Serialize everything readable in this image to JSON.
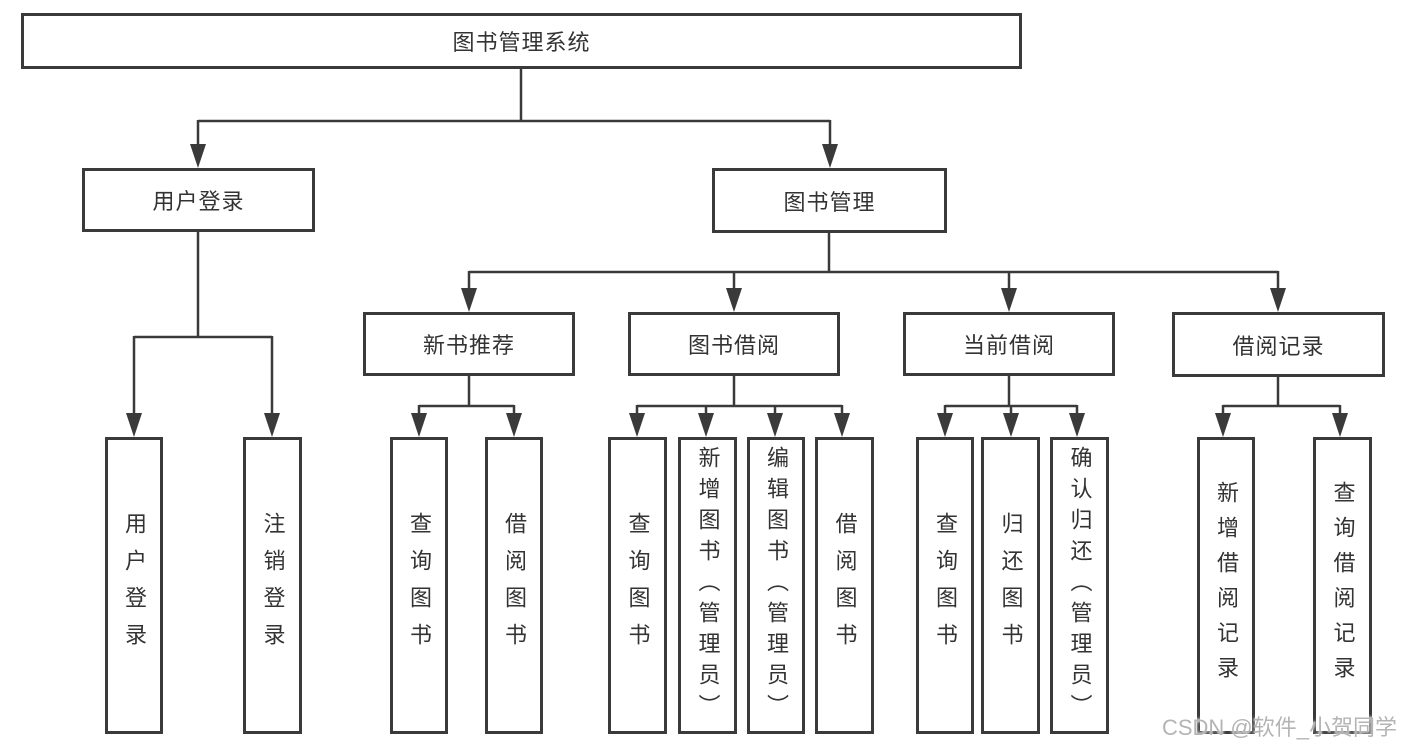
{
  "diagram": {
    "root": {
      "label": "图书管理系统"
    },
    "children": [
      {
        "label": "用户登录",
        "children": [
          {
            "label": "用户登录"
          },
          {
            "label": "注销登录"
          }
        ]
      },
      {
        "label": "图书管理",
        "children": [
          {
            "label": "新书推荐",
            "children": [
              {
                "label": "查询图书"
              },
              {
                "label": "借阅图书"
              }
            ]
          },
          {
            "label": "图书借阅",
            "children": [
              {
                "label": "查询图书"
              },
              {
                "label": "新增图书（管理员）"
              },
              {
                "label": "编辑图书（管理员）"
              },
              {
                "label": "借阅图书"
              }
            ]
          },
          {
            "label": "当前借阅",
            "children": [
              {
                "label": "查询图书"
              },
              {
                "label": "归还图书"
              },
              {
                "label": "确认归还（管理员）"
              }
            ]
          },
          {
            "label": "借阅记录",
            "children": [
              {
                "label": "新增借阅记录"
              },
              {
                "label": "查询借阅记录"
              }
            ]
          }
        ]
      }
    ]
  },
  "watermark": {
    "text": "CSDN @软件_小贺同学"
  },
  "colors": {
    "line": "#3a3a3a",
    "text": "#333333",
    "background": "#ffffff",
    "watermark": "#b4b4b4"
  }
}
